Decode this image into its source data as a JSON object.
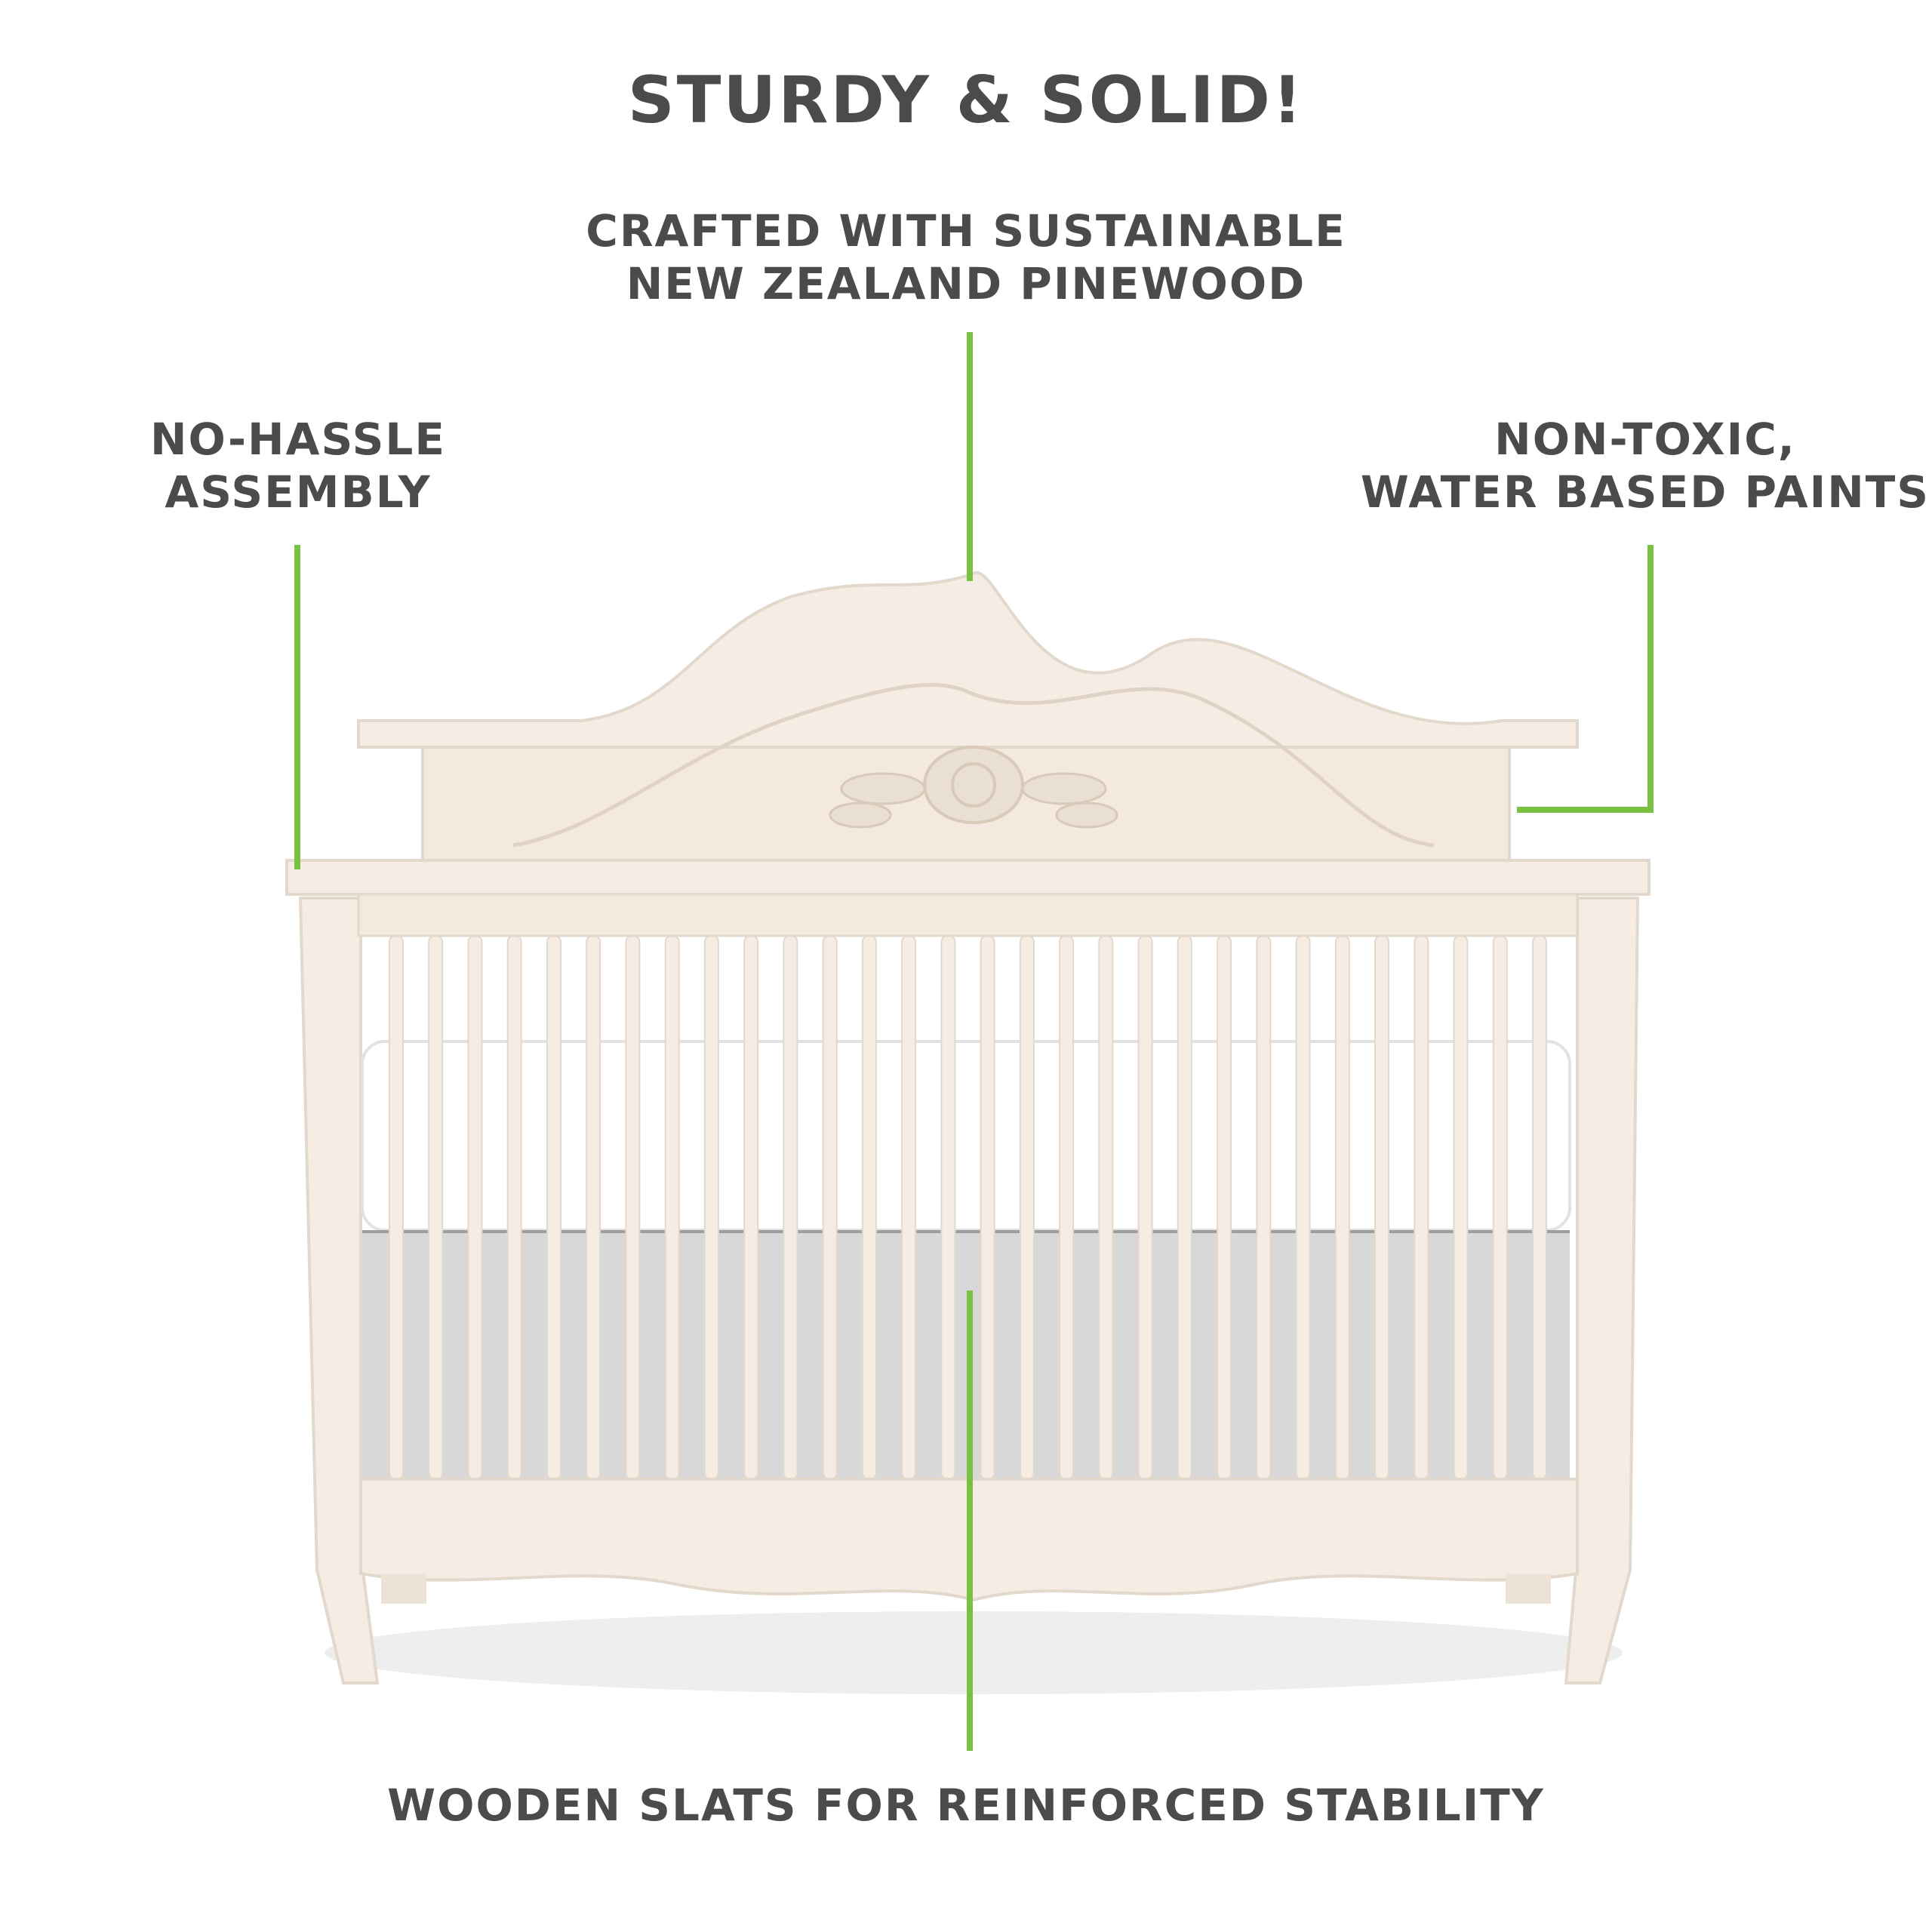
{
  "title": "STURDY & SOLID!",
  "callouts": {
    "crafted": {
      "line1": "CRAFTED WITH SUSTAINABLE",
      "line2": "NEW ZEALAND PINEWOOD"
    },
    "assembly": {
      "line1": "NO-HASSLE",
      "line2": "ASSEMBLY"
    },
    "paints": {
      "line1": "NON-TOXIC,",
      "line2": "WATER BASED PAINTS"
    },
    "slats": {
      "line1": "WOODEN SLATS FOR REINFORCED STABILITY"
    }
  },
  "colors": {
    "accent": "#7ac142",
    "text": "#4b4b4b",
    "wood": "#f5ede4",
    "mattress": "#ffffff",
    "skirt": "#d8d8d8"
  },
  "icons": {
    "rose-carving": "rose-carving-icon"
  }
}
